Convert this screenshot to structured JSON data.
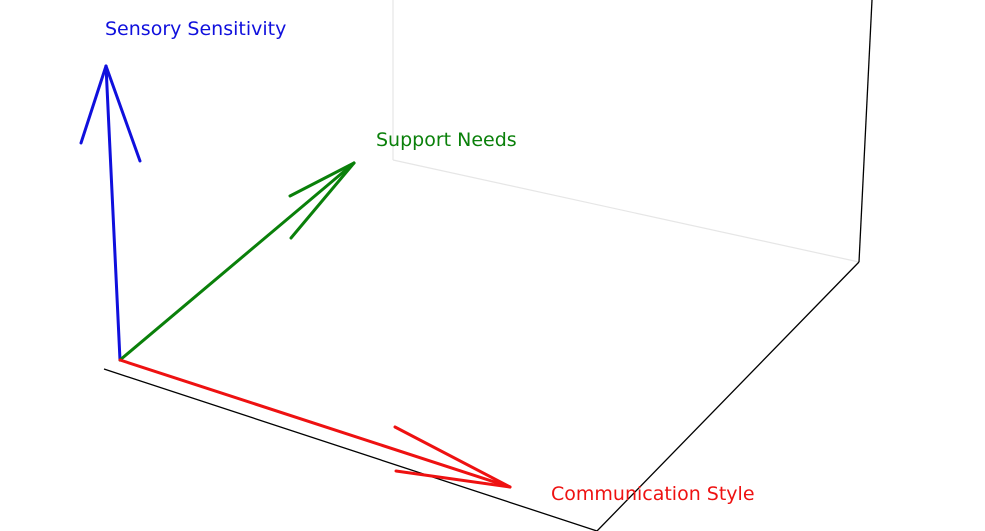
{
  "diagram": {
    "type": "3d-axes-vectors",
    "vectors": [
      {
        "id": "sensory",
        "label": "Sensory Sensitivity",
        "color": "#1010dd"
      },
      {
        "id": "support",
        "label": "Support Needs",
        "color": "#0a800a"
      },
      {
        "id": "communication",
        "label": "Communication Style",
        "color": "#ee1111"
      }
    ],
    "colors": {
      "frame": "#000000",
      "back_pane_edge": "#e6e6e6",
      "background": "#ffffff"
    }
  }
}
